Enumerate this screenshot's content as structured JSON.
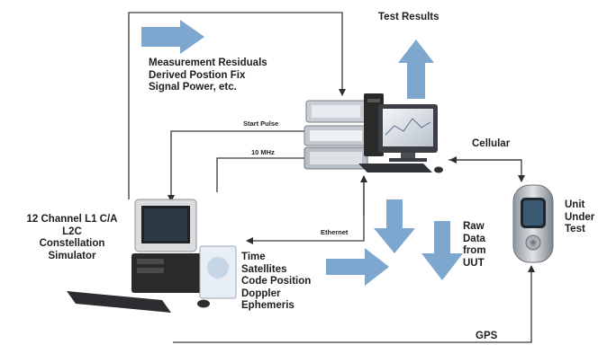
{
  "labels": {
    "measurement_block": "Measurement Residuals\nDerived Postion Fix\nSignal Power, etc.",
    "test_results": "Test Results",
    "start_pulse": "Start Pulse",
    "ten_mhz": "10 MHz",
    "cellular": "Cellular",
    "ethernet": "Ethernet",
    "simulator": "12 Channel L1 C/A\nL2C\nConstellation\nSimulator",
    "simulator_outputs": "Time\nSatellites\nCode Position\nDoppler\nEphemeris",
    "raw_data": "Raw\nData\nfrom\nUUT",
    "uut": "Unit\nUnder\nTest",
    "gps": "GPS"
  },
  "colors": {
    "arrow_fill": "#7ea7cf",
    "line": "#3a3a3a",
    "monitor_frame": "#d9d9d9",
    "pc_tower": "#2a2a2a",
    "phone_body": "#c0c4c8"
  }
}
